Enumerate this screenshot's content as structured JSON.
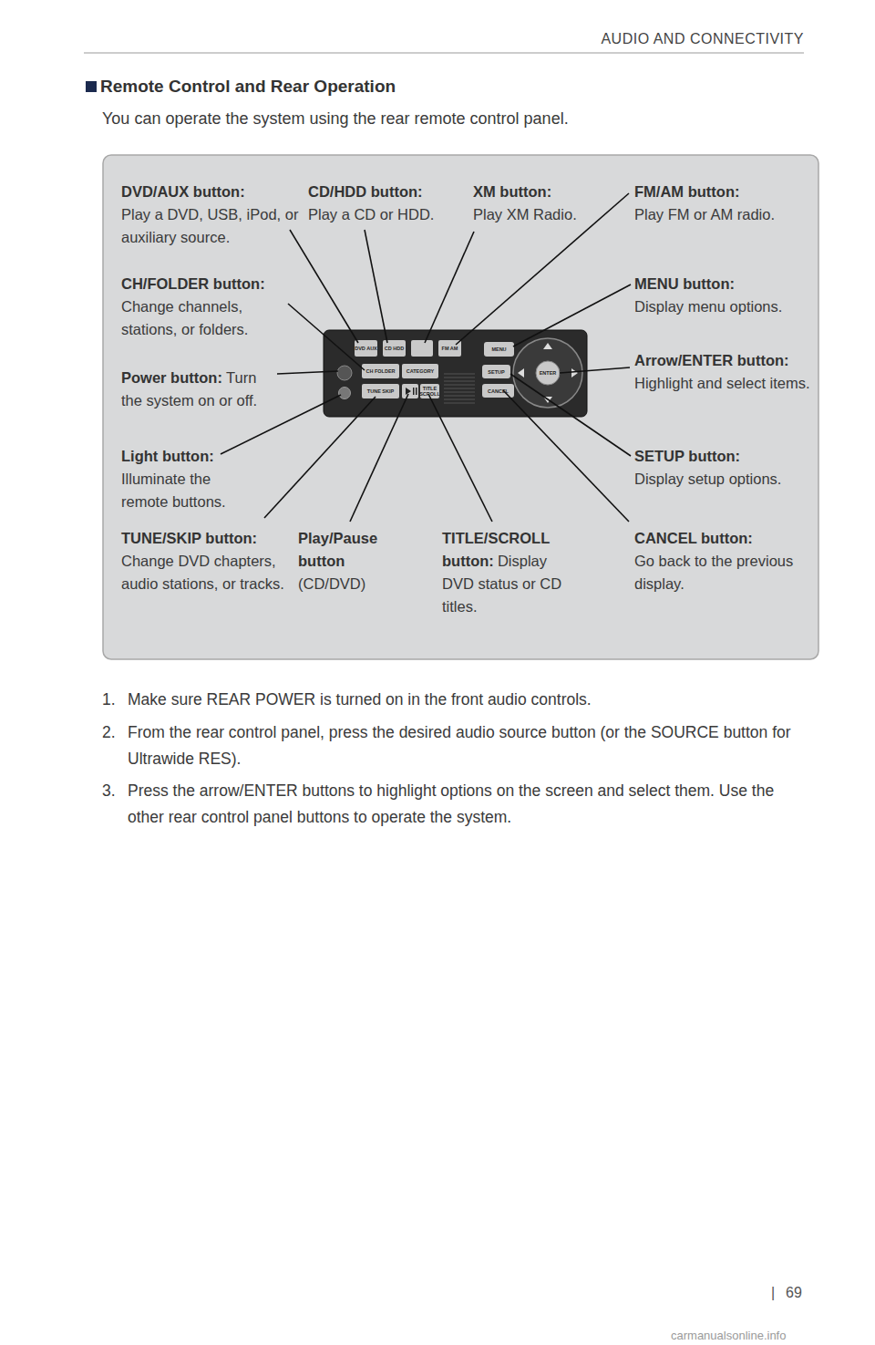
{
  "diagram": {
    "title": "Remote Control and Rear Operation",
    "labels": [
      "AUDIO AND CONNECTIVITY",
      "You can operate the system using the rear remote control panel.",
      "DVD/AUX button:",
      "Play a DVD, USB, iPod, or auxiliary source.",
      "CD/HDD button:",
      "Play a CD or HDD.",
      "XM button:",
      "Play XM Radio.",
      "FM/AM button:",
      "Play FM or AM radio.",
      "CH/FOLDER button:",
      "Change channels, stations, or folders.",
      "MENU button:",
      "Display menu options.",
      "Power button:",
      "Turn the system on or off.",
      "Arrow/ENTER button:",
      "Highlight and select items.",
      "Light button:",
      "Illuminate the remote buttons.",
      "SETUP button:",
      "Display setup options.",
      "TUNE/SKIP button:",
      "Change DVD chapters, audio stations, or tracks.",
      "Play/Pause button",
      "(CD/DVD)",
      "TITLE/SCROLL button:",
      "Display DVD status or CD titles.",
      "CANCEL button:",
      "Go back to the previous display.",
      "1.",
      "Make sure REAR POWER is turned on in the front audio controls.",
      "2.",
      "From the rear control panel, press the desired audio source button (or the SOURCE button for Ultrawide RES).",
      "3.",
      "Press the arrow/ENTER buttons to highlight options on the screen and select them. Use the other rear control panel buttons to operate the system.",
      "|",
      "69",
      "carmanualsonline.info",
      "DVD AUX",
      "CD HDD",
      "FM AM",
      "CH FOLDER",
      "CATEGORY",
      "TUNE SKIP",
      "TITLE SCROLL",
      "MENU",
      "SETUP",
      "CANCEL",
      "ENTER"
    ]
  }
}
